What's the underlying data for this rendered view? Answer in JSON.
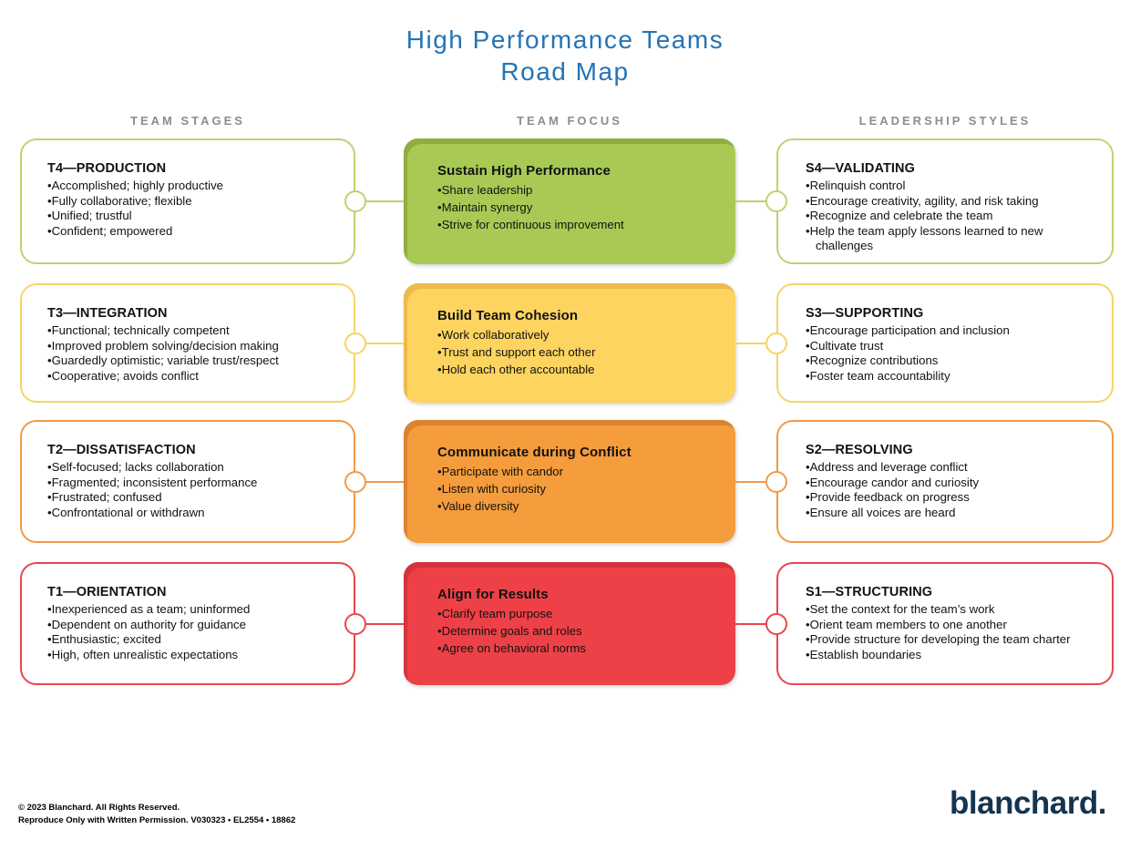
{
  "title": {
    "line1": "High Performance Teams",
    "line2": "Road Map"
  },
  "colors": {
    "title_blue": "#2474b6",
    "header_gray": "#8d8d8d",
    "logo_navy": "#14344f"
  },
  "columns": [
    {
      "label": "TEAM STAGES"
    },
    {
      "label": "TEAM FOCUS"
    },
    {
      "label": "LEADERSHIP STYLES"
    }
  ],
  "rows": [
    {
      "level": "green",
      "colors": {
        "fill": "#a8ca55",
        "fill_dark": "#90ae3e",
        "border": "#c1d170"
      },
      "stage": {
        "title": "T4—PRODUCTION",
        "bullets": [
          "Accomplished; highly productive",
          "Fully collaborative; flexible",
          "Unified; trustful",
          "Confident; empowered"
        ]
      },
      "focus": {
        "title": "Sustain High Performance",
        "bullets": [
          "Share leadership",
          "Maintain synergy",
          "Strive for continuous improvement"
        ]
      },
      "style": {
        "title": "S4—VALIDATING",
        "bullets": [
          "Relinquish control",
          "Encourage creativity, agility, and risk taking",
          "Recognize and celebrate the team",
          "Help the team apply lessons learned to new challenges"
        ]
      }
    },
    {
      "level": "yellow",
      "colors": {
        "fill": "#fcd45f",
        "fill_dark": "#edbb4a",
        "border": "#f6d466"
      },
      "stage": {
        "title": "T3—INTEGRATION",
        "bullets": [
          "Functional; technically competent",
          "Improved problem solving/decision making",
          "Guardedly optimistic; variable trust/respect",
          "Cooperative; avoids conflict"
        ]
      },
      "focus": {
        "title": "Build Team Cohesion",
        "bullets": [
          "Work collaboratively",
          "Trust and support each other",
          "Hold each other accountable"
        ]
      },
      "style": {
        "title": "S3—SUPPORTING",
        "bullets": [
          "Encourage participation and inclusion",
          "Cultivate trust",
          "Recognize contributions",
          "Foster team accountability"
        ]
      }
    },
    {
      "level": "orange",
      "colors": {
        "fill": "#f59c3c",
        "fill_dark": "#db8330",
        "border": "#f19a45"
      },
      "stage": {
        "title": "T2—DISSATISFACTION",
        "bullets": [
          "Self-focused; lacks collaboration",
          "Fragmented; inconsistent performance",
          "Frustrated; confused",
          "Confrontational or withdrawn"
        ]
      },
      "focus": {
        "title": "Communicate during Conflict",
        "bullets": [
          "Participate with candor",
          "Listen with curiosity",
          "Value diversity"
        ]
      },
      "style": {
        "title": "S2—RESOLVING",
        "bullets": [
          "Address and leverage conflict",
          "Encourage candor and curiosity",
          "Provide feedback on progress",
          "Ensure all voices are heard"
        ]
      }
    },
    {
      "level": "red",
      "colors": {
        "fill": "#ee4147",
        "fill_dark": "#d5333b",
        "border": "#ea454c"
      },
      "stage": {
        "title": "T1—ORIENTATION",
        "bullets": [
          "Inexperienced as a team; uninformed",
          "Dependent on authority for guidance",
          "Enthusiastic; excited",
          "High, often unrealistic expectations"
        ]
      },
      "focus": {
        "title": "Align for Results",
        "bullets": [
          "Clarify team purpose",
          "Determine goals and roles",
          "Agree on behavioral norms"
        ]
      },
      "style": {
        "title": "S1—STRUCTURING",
        "bullets": [
          "Set the context for the team’s work",
          "Orient team members to one another",
          "Provide structure for developing the team charter",
          "Establish boundaries"
        ]
      }
    }
  ],
  "footer": {
    "copyright_line1": "© 2023 Blanchard. All Rights Reserved.",
    "copyright_line2": "Reproduce Only with Written Permission. V030323 • EL2554 • 18862",
    "logo": "blanchard."
  }
}
